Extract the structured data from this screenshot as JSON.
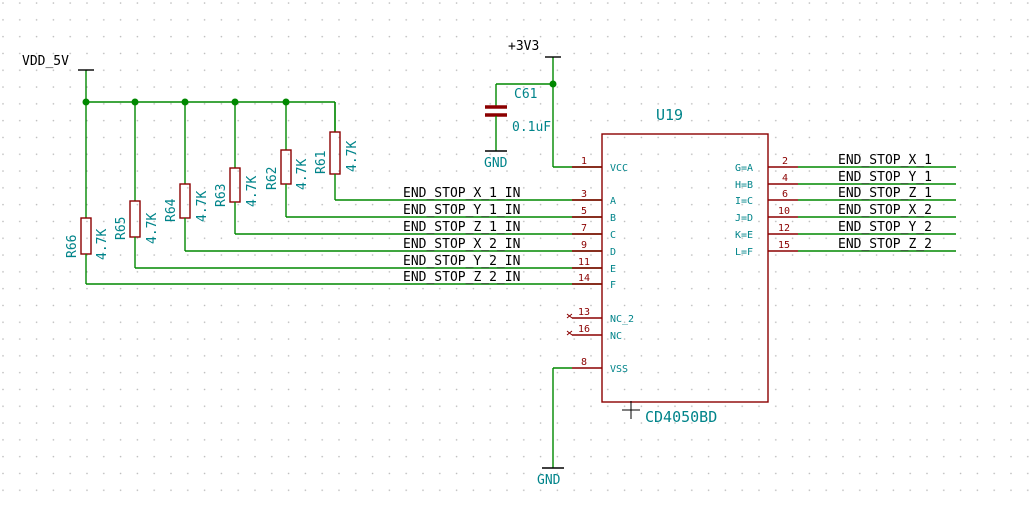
{
  "power": {
    "vdd": "VDD_5V",
    "v33": "+3V3",
    "gnd_cap": "GND",
    "gnd_ic": "GND"
  },
  "capacitor": {
    "ref": "C61",
    "value": "0.1uF"
  },
  "ic": {
    "ref": "U19",
    "value": "CD4050BD"
  },
  "resistors": [
    {
      "ref": "R61",
      "value": "4.7K"
    },
    {
      "ref": "R62",
      "value": "4.7K"
    },
    {
      "ref": "R63",
      "value": "4.7K"
    },
    {
      "ref": "R64",
      "value": "4.7K"
    },
    {
      "ref": "R65",
      "value": "4.7K"
    },
    {
      "ref": "R66",
      "value": "4.7K"
    }
  ],
  "input_nets": [
    "END_STOP_X_1_IN",
    "END_STOP_Y_1_IN",
    "END_STOP_Z_1_IN",
    "END_STOP_X_2_IN",
    "END_STOP_Y_2_IN",
    "END_STOP_Z_2_IN"
  ],
  "output_nets": [
    "END_STOP_X_1",
    "END_STOP_Y_1",
    "END_STOP_Z_1",
    "END_STOP_X_2",
    "END_STOP_Y_2",
    "END_STOP_Z_2"
  ],
  "left_pins": [
    {
      "num": "1",
      "name": "VCC"
    },
    {
      "num": "3",
      "name": "A"
    },
    {
      "num": "5",
      "name": "B"
    },
    {
      "num": "7",
      "name": "C"
    },
    {
      "num": "9",
      "name": "D"
    },
    {
      "num": "11",
      "name": "E"
    },
    {
      "num": "14",
      "name": "F"
    },
    {
      "num": "13",
      "name": "NC_2"
    },
    {
      "num": "16",
      "name": "NC"
    },
    {
      "num": "8",
      "name": "VSS"
    }
  ],
  "right_pins": [
    {
      "num": "2",
      "name": "G=A"
    },
    {
      "num": "4",
      "name": "H=B"
    },
    {
      "num": "6",
      "name": "I=C"
    },
    {
      "num": "10",
      "name": "J=D"
    },
    {
      "num": "12",
      "name": "K=E"
    },
    {
      "num": "15",
      "name": "L=F"
    }
  ],
  "colors": {
    "wire": "#008800",
    "component": "#8b0000",
    "reference_text": "#00848a",
    "grid_dot": "#b8b8b8"
  }
}
